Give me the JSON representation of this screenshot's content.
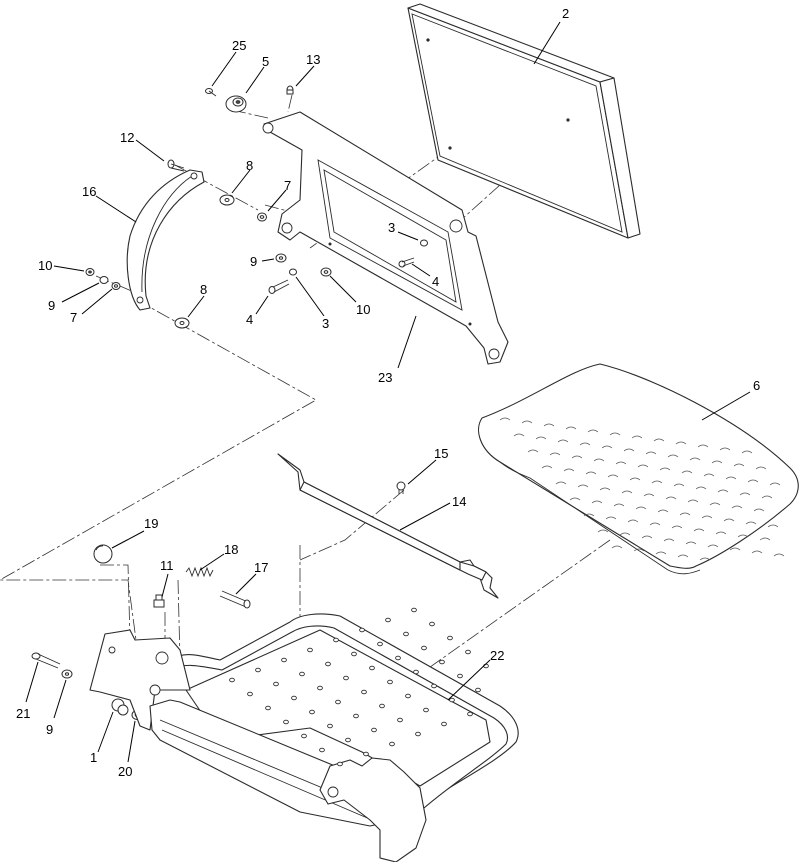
{
  "diagram": {
    "type": "exploded-parts-view",
    "callouts": [
      {
        "id": "c1",
        "label": "1"
      },
      {
        "id": "c2",
        "label": "2"
      },
      {
        "id": "c3a",
        "label": "3"
      },
      {
        "id": "c3b",
        "label": "3"
      },
      {
        "id": "c4a",
        "label": "4"
      },
      {
        "id": "c4b",
        "label": "4"
      },
      {
        "id": "c5",
        "label": "5"
      },
      {
        "id": "c6",
        "label": "6"
      },
      {
        "id": "c7a",
        "label": "7"
      },
      {
        "id": "c7b",
        "label": "7"
      },
      {
        "id": "c8a",
        "label": "8"
      },
      {
        "id": "c8b",
        "label": "8"
      },
      {
        "id": "c9a",
        "label": "9"
      },
      {
        "id": "c9b",
        "label": "9"
      },
      {
        "id": "c9c",
        "label": "9"
      },
      {
        "id": "c10a",
        "label": "10"
      },
      {
        "id": "c10b",
        "label": "10"
      },
      {
        "id": "c11",
        "label": "11"
      },
      {
        "id": "c12",
        "label": "12"
      },
      {
        "id": "c13",
        "label": "13"
      },
      {
        "id": "c14",
        "label": "14"
      },
      {
        "id": "c15",
        "label": "15"
      },
      {
        "id": "c16",
        "label": "16"
      },
      {
        "id": "c17",
        "label": "17"
      },
      {
        "id": "c18",
        "label": "18"
      },
      {
        "id": "c19",
        "label": "19"
      },
      {
        "id": "c20",
        "label": "20"
      },
      {
        "id": "c21",
        "label": "21"
      },
      {
        "id": "c22",
        "label": "22"
      },
      {
        "id": "c23",
        "label": "23"
      },
      {
        "id": "c25",
        "label": "25"
      }
    ]
  }
}
